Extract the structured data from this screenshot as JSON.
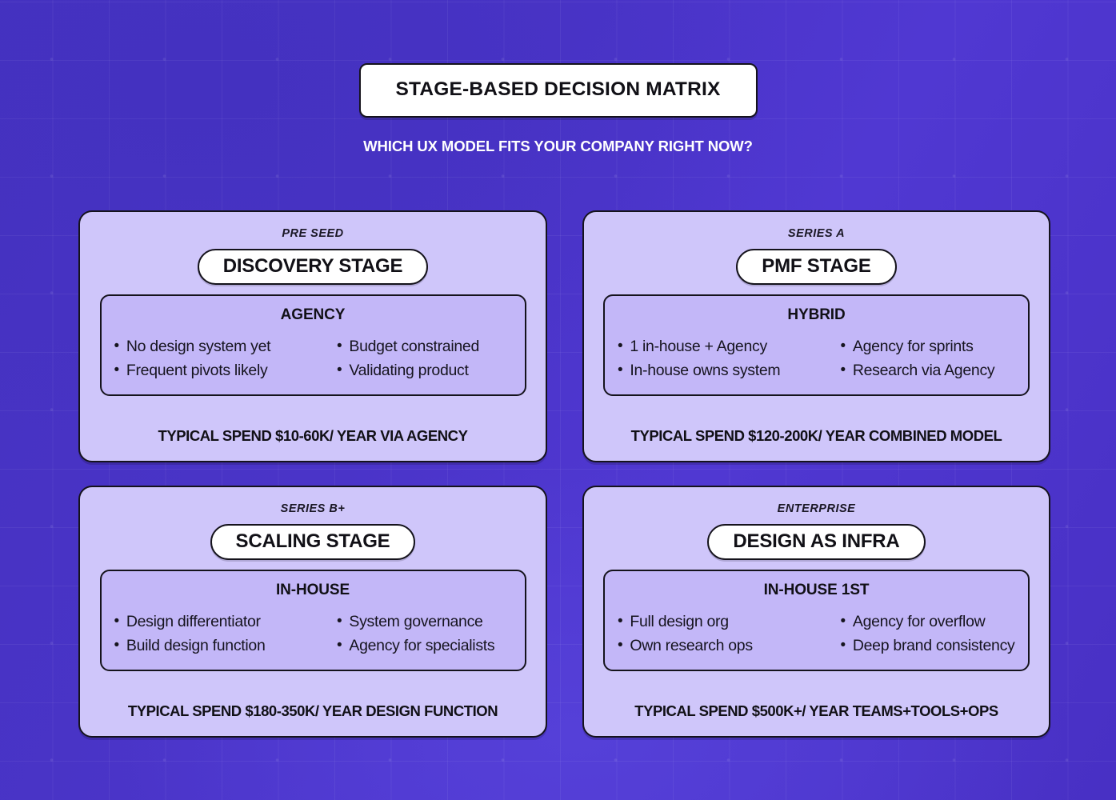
{
  "header": {
    "title": "STAGE-BASED DECISION MATRIX",
    "subtitle": "WHICH UX MODEL FITS YOUR COMPANY RIGHT NOW?"
  },
  "colors": {
    "background_start": "#4532C0",
    "background_mid": "#5038D2",
    "background_end": "#4830C4",
    "card_background": "#CFC6FA",
    "panel_background": "#C3B7F8",
    "border": "#15131C",
    "pill_background": "#FFFFFF",
    "text_dark": "#111016",
    "text_light": "#FFFFFF"
  },
  "cards": [
    {
      "eyebrow": "PRE SEED",
      "stage": "DISCOVERY STAGE",
      "model": "AGENCY",
      "bullets_left": [
        "No design system yet",
        "Frequent pivots likely"
      ],
      "bullets_right": [
        "Budget constrained",
        "Validating product"
      ],
      "spend": "TYPICAL SPEND $10-60K/ YEAR VIA AGENCY"
    },
    {
      "eyebrow": "SERIES A",
      "stage": "PMF STAGE",
      "model": "HYBRID",
      "bullets_left": [
        "1 in-house + Agency",
        "In-house owns system"
      ],
      "bullets_right": [
        "Agency for sprints",
        "Research via Agency"
      ],
      "spend": "TYPICAL SPEND $120-200K/ YEAR COMBINED MODEL"
    },
    {
      "eyebrow": "SERIES B+",
      "stage": "SCALING STAGE",
      "model": "IN-HOUSE",
      "bullets_left": [
        "Design differentiator",
        "Build design function"
      ],
      "bullets_right": [
        "System governance",
        "Agency for specialists"
      ],
      "spend": "TYPICAL SPEND $180-350K/ YEAR DESIGN FUNCTION"
    },
    {
      "eyebrow": "ENTERPRISE",
      "stage": "DESIGN AS INFRA",
      "model": "IN-HOUSE 1ST",
      "bullets_left": [
        "Full design org",
        "Own research ops"
      ],
      "bullets_right": [
        "Agency for overflow",
        "Deep brand consistency"
      ],
      "spend": "TYPICAL SPEND $500K+/ YEAR TEAMS+TOOLS+OPS"
    }
  ],
  "bullet_glyph": "•"
}
